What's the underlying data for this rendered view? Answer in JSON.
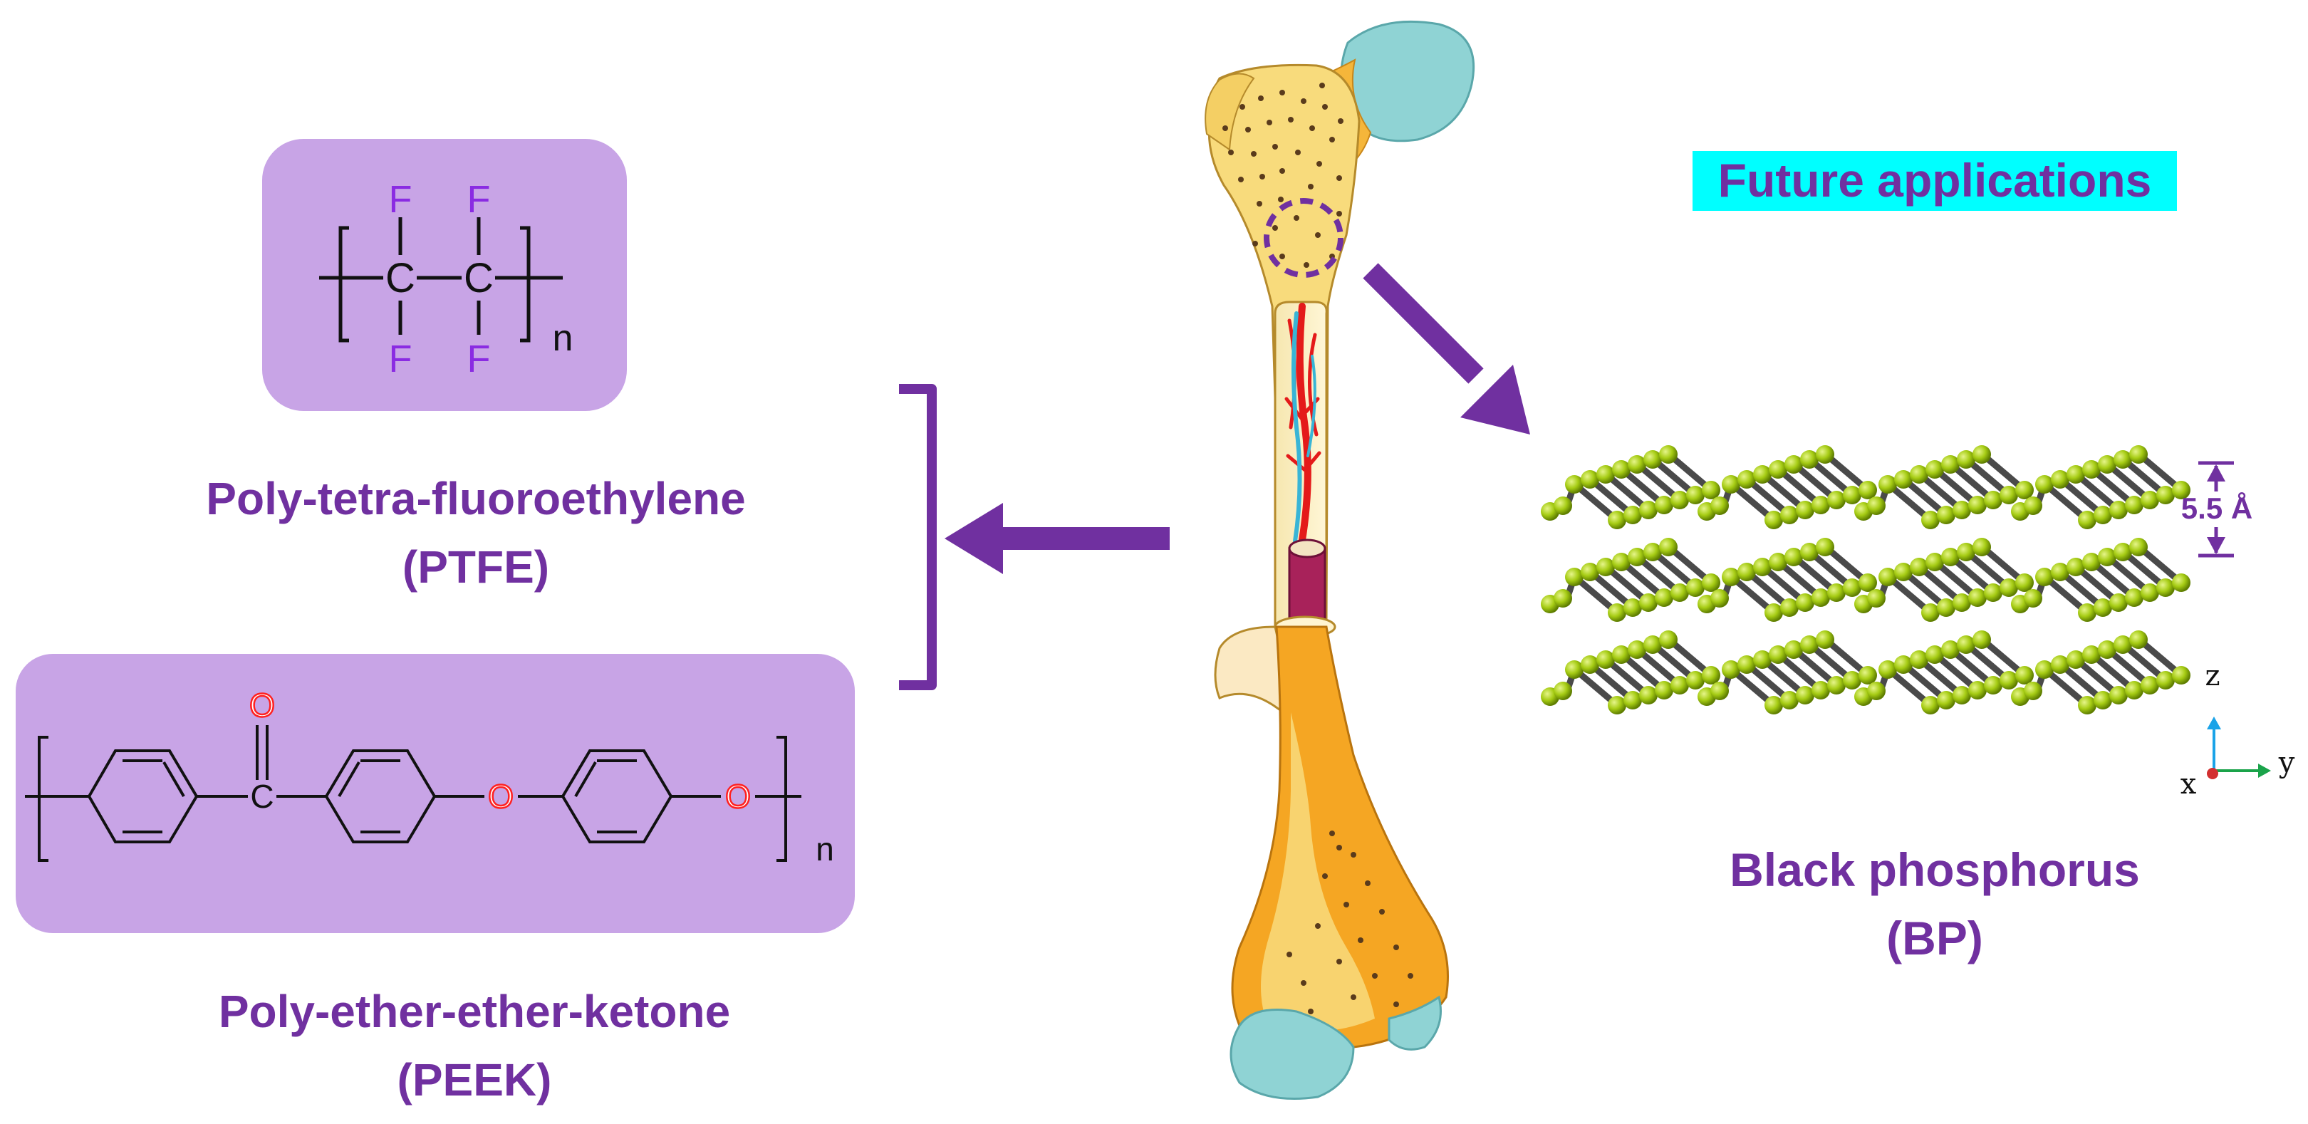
{
  "colors": {
    "purple": "#7030a0",
    "box_fill": "#c8a4e6",
    "bone_yellow": "#f8db7c",
    "bone_orange": "#f5a623",
    "cartilage": "#8fd3d4",
    "atom_green": "#a6cc14",
    "highlight_cyan": "#00ffff",
    "heteroatom_purple": "#8a2be2",
    "oxygen_red": "#ff2020"
  },
  "ptfe": {
    "name": "Poly-tetra-fluoroethylene",
    "abbr": "(PTFE)",
    "atom_C1": "C",
    "atom_C2": "C",
    "atom_F1": "F",
    "atom_F2": "F",
    "atom_F3": "F",
    "atom_F4": "F",
    "subscript": "n"
  },
  "peek": {
    "name": "Poly-ether-ether-ketone",
    "abbr": "(PEEK)",
    "atom_C": "C",
    "atom_O_ketone": "O",
    "atom_O_ether1": "O",
    "atom_O_ether2": "O",
    "subscript": "n"
  },
  "future": {
    "label": "Future applications"
  },
  "bp": {
    "name": "Black phosphorus",
    "abbr": "(BP)",
    "interlayer_spacing": "5.5 Å",
    "axis_x": "x",
    "axis_y": "y",
    "axis_z": "z"
  }
}
